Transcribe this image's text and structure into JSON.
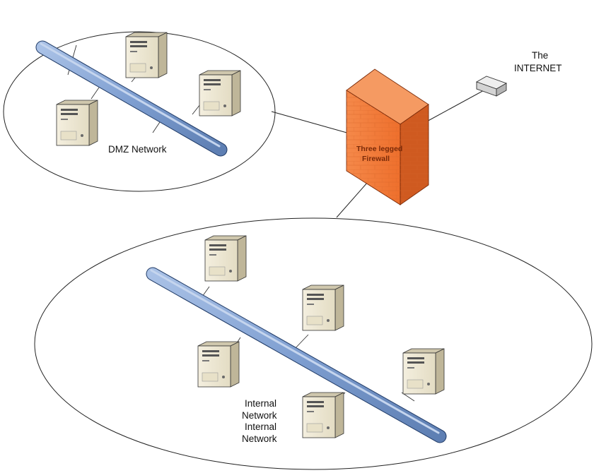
{
  "labels": {
    "internet_line1": "The",
    "internet_line2": "INTERNET",
    "dmz": "DMZ Network",
    "firewall_line1": "Three legged",
    "firewall_line2": "Firewall",
    "internal_line1": "Internal",
    "internal_line2": "Network",
    "internal_line3": "Internal",
    "internal_line4": "Network"
  },
  "colors": {
    "firewall": "#f07a3a",
    "firewall_dark": "#c9541c",
    "backbone": "#7f9fd1",
    "server_body": "#ede6d0",
    "router": "#d9d9d9",
    "outline": "#000000"
  },
  "icons": {
    "servers": "server-tower-icon",
    "firewall": "brick-wall-icon",
    "router": "router-icon"
  }
}
